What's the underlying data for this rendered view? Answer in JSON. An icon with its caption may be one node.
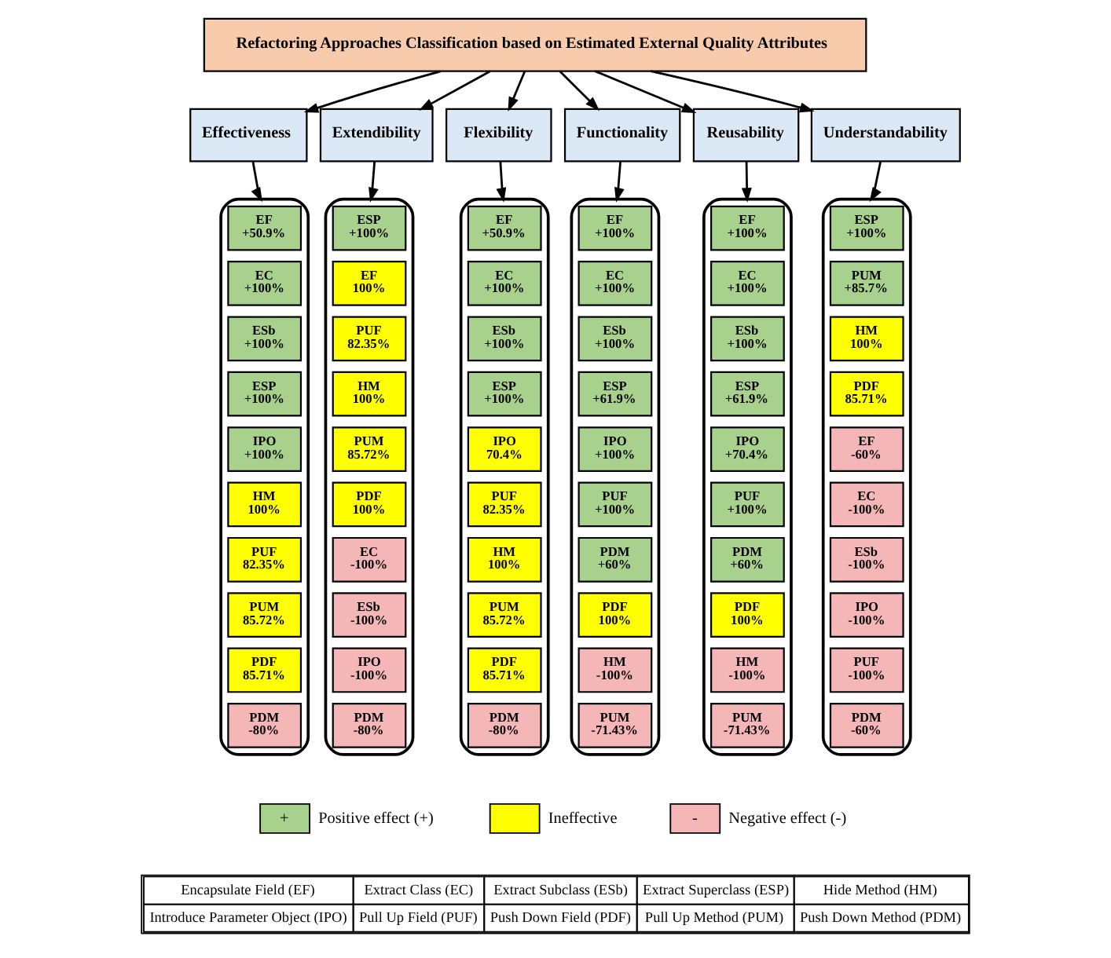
{
  "diagram": {
    "nodes": [
      {
        "text": [
          "Refactoring Approaches Classification based on Estimated External Quality Attributes"
        ]
      },
      {
        "text": [
          "Effectiveness"
        ]
      },
      {
        "text": [
          "Extendibility"
        ]
      },
      {
        "text": [
          "Flexibility"
        ]
      },
      {
        "text": [
          "Functionality"
        ]
      },
      {
        "text": [
          "Reusability"
        ]
      },
      {
        "text": [
          "Understandability"
        ]
      },
      {
        "text": [],
        "shape": "box"
      },
      {
        "text": [
          "EF",
          "+50.9%"
        ],
        "in": 7
      },
      {
        "text": [
          "EC",
          "+100%"
        ],
        "in": 7
      },
      {
        "text": [
          "ESb",
          "+100%"
        ],
        "in": 7
      },
      {
        "text": [
          "ESP",
          "+100%"
        ],
        "in": 7
      },
      {
        "text": [
          "IPO",
          "+100%"
        ],
        "in": 7
      },
      {
        "text": [
          "HM",
          "100%"
        ],
        "in": 7
      },
      {
        "text": [
          "PUF",
          "82.35%"
        ],
        "in": 7
      },
      {
        "text": [
          "PUM",
          "85.72%"
        ],
        "in": 7
      },
      {
        "text": [
          "PDF",
          "85.71%"
        ],
        "in": 7
      },
      {
        "text": [
          "PDM",
          "-80%"
        ],
        "in": 7
      },
      {
        "text": [],
        "shape": "box"
      },
      {
        "text": [
          "ESP",
          "+100%"
        ],
        "in": 18
      },
      {
        "text": [
          "EF",
          "100%"
        ],
        "in": 18
      },
      {
        "text": [
          "PUF",
          "82.35%"
        ],
        "in": 18
      },
      {
        "text": [
          "HM",
          "100%"
        ],
        "in": 18
      },
      {
        "text": [
          "PUM",
          "85.72%"
        ],
        "in": 18
      },
      {
        "text": [
          "PDF",
          "100%"
        ],
        "in": 18
      },
      {
        "text": [
          "EC",
          "-100%"
        ],
        "in": 18
      },
      {
        "text": [
          "ESb",
          "-100%"
        ],
        "in": 18
      },
      {
        "text": [
          "IPO",
          "-100%"
        ],
        "in": 18
      },
      {
        "text": [
          "PDM",
          "-80%"
        ],
        "in": 18
      },
      {
        "text": [],
        "shape": "box"
      },
      {
        "text": [
          "EF",
          "+50.9%"
        ],
        "in": 29
      },
      {
        "text": [
          "EC",
          "+100%"
        ],
        "in": 29
      },
      {
        "text": [
          "ESb",
          "+100%"
        ],
        "in": 29
      },
      {
        "text": [
          "ESP",
          "+100%"
        ],
        "in": 29
      },
      {
        "text": [
          "IPO",
          "70.4%"
        ],
        "in": 29
      },
      {
        "text": [
          "PUF",
          "82.35%"
        ],
        "in": 29
      },
      {
        "text": [
          "HM",
          "100%"
        ],
        "in": 29
      },
      {
        "text": [
          "PUM",
          "85.72%"
        ],
        "in": 29
      },
      {
        "text": [
          "PDF",
          "85.71%"
        ],
        "in": 29
      },
      {
        "text": [
          "PDM",
          "-80%"
        ],
        "in": 29
      },
      {
        "text": [],
        "shape": "box"
      },
      {
        "text": [
          "EF",
          "+100%"
        ],
        "in": 40
      },
      {
        "text": [
          "EC",
          "+100%"
        ],
        "in": 40
      },
      {
        "text": [
          "ESb",
          "+100%"
        ],
        "in": 40
      },
      {
        "text": [
          "ESP",
          "+61.9%"
        ],
        "in": 40
      },
      {
        "text": [
          "IPO",
          "+100%"
        ],
        "in": 40
      },
      {
        "text": [
          "PUF",
          "+100%"
        ],
        "in": 40
      },
      {
        "text": [
          "PDM",
          "+60%"
        ],
        "in": 40
      },
      {
        "text": [
          "PDF",
          "100%"
        ],
        "in": 40
      },
      {
        "text": [
          "HM",
          "-100%"
        ],
        "in": 40
      },
      {
        "text": [
          "PUM",
          "-71.43%"
        ],
        "in": 40
      },
      {
        "text": [],
        "shape": "box"
      },
      {
        "text": [
          "EF",
          "+100%"
        ],
        "in": 51
      },
      {
        "text": [
          "EC",
          "+100%"
        ],
        "in": 51
      },
      {
        "text": [
          "ESb",
          "+100%"
        ],
        "in": 51
      },
      {
        "text": [
          "ESP",
          "+61.9%"
        ],
        "in": 51
      },
      {
        "text": [
          "IPO",
          "+70.4%"
        ],
        "in": 51
      },
      {
        "text": [
          "PUF",
          "+100%"
        ],
        "in": 51
      },
      {
        "text": [
          "PDM",
          "+60%"
        ],
        "in": 51
      },
      {
        "text": [
          "PDF",
          "100%"
        ],
        "in": 51
      },
      {
        "text": [
          "HM",
          "-100%"
        ],
        "in": 51
      },
      {
        "text": [
          "PUM",
          "-71.43%"
        ],
        "in": 51
      },
      {
        "text": [],
        "shape": "box"
      },
      {
        "text": [
          "ESP",
          "+100%"
        ],
        "in": 62
      },
      {
        "text": [
          "PUM",
          "+85.7%"
        ],
        "in": 62
      },
      {
        "text": [
          "HM",
          "100%"
        ],
        "in": 62
      },
      {
        "text": [
          "PDF",
          "85.71%"
        ],
        "in": 62
      },
      {
        "text": [
          "EF",
          "-60%"
        ],
        "in": 62
      },
      {
        "text": [
          "EC",
          "-100%"
        ],
        "in": 62
      },
      {
        "text": [
          "ESb",
          "-100%"
        ],
        "in": 62
      },
      {
        "text": [
          "IPO",
          "-100%"
        ],
        "in": 62
      },
      {
        "text": [
          "PUF",
          "-100%"
        ],
        "in": 62
      },
      {
        "text": [
          "PDM",
          "-60%"
        ],
        "in": 62
      }
    ],
    "edges": [
      {
        "from": 0,
        "to": 1,
        "arrow": "to"
      },
      {
        "from": 0,
        "to": 2,
        "arrow": "to"
      },
      {
        "from": 0,
        "to": 3,
        "arrow": "to"
      },
      {
        "from": 0,
        "to": 4,
        "arrow": "to"
      },
      {
        "from": 0,
        "to": 5,
        "arrow": "to"
      },
      {
        "from": 0,
        "to": 6,
        "arrow": "to"
      },
      {
        "from": 1,
        "to": 7,
        "arrow": "to"
      },
      {
        "from": 2,
        "to": 18,
        "arrow": "to"
      },
      {
        "from": 3,
        "to": 29,
        "arrow": "to"
      },
      {
        "from": 4,
        "to": 40,
        "arrow": "to"
      },
      {
        "from": 5,
        "to": 51,
        "arrow": "to"
      },
      {
        "from": 6,
        "to": 62,
        "arrow": "to"
      }
    ],
    "labels": [
      "+",
      "-",
      "Encapsulate Field (EF)",
      "Extract Class (EC)",
      "Extract Subclass (ESb)",
      "Extract Superclass (ESP)",
      "Hide Method (HM)",
      "Introduce Parameter Object (IPO)",
      "Pull Up Field (PUF)",
      "Push Down Field (PDF)",
      "Pull Up Method (PUM)",
      "Push Down Method (PDM)"
    ],
    "legend": [
      {
        "text": "Positive effect (+)",
        "color": "#a9d18e"
      },
      {
        "text": "Ineffective",
        "color": "#ffff00"
      },
      {
        "text": "Negative effect (-)",
        "color": "#f4b6b6"
      }
    ]
  }
}
